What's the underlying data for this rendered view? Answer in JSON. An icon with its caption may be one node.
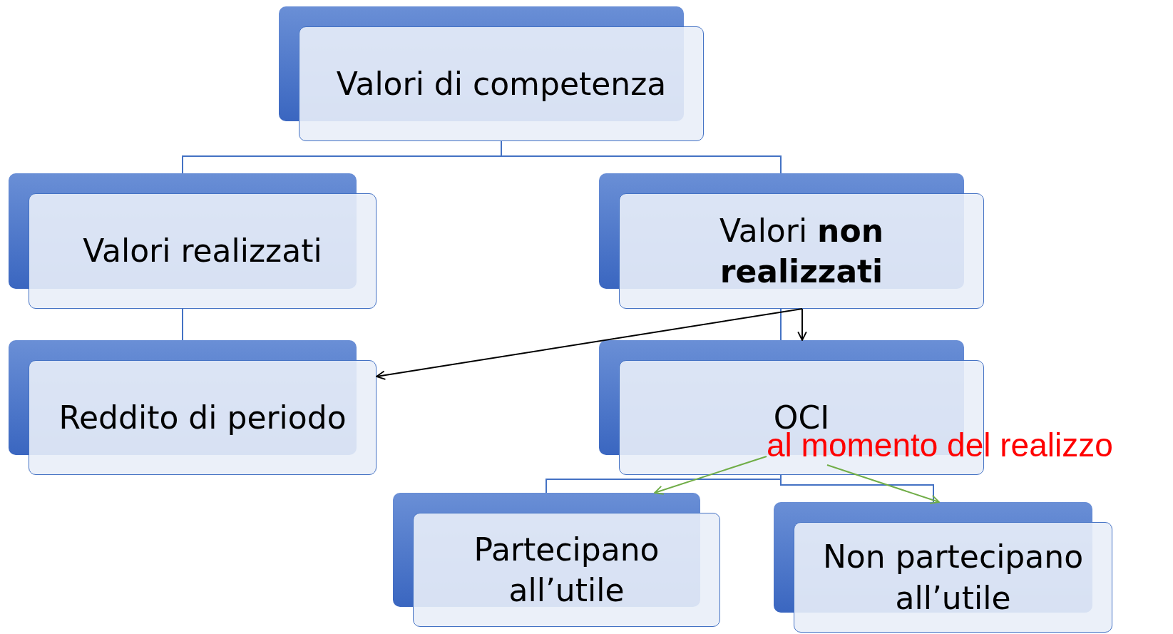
{
  "diagram": {
    "nodes": [
      {
        "text": [
          "Valori di competenza"
        ]
      },
      {
        "text": [
          "Valori realizzati"
        ]
      },
      {
        "text": [
          "Valori **non realizzati**"
        ]
      },
      {
        "text": [
          "Reddito di periodo"
        ]
      },
      {
        "text": [
          "OCI"
        ]
      },
      {
        "text": [
          "Partecipano all’utile"
        ]
      },
      {
        "text": [
          "Non partecipano all’utile"
        ]
      },
      {
        "text": [
          "al momento del realizzo"
        ]
      }
    ],
    "edges": [
      {
        "from": 0,
        "to": 1,
        "arrow": "none"
      },
      {
        "from": 0,
        "to": 2,
        "arrow": "none"
      },
      {
        "from": 1,
        "to": 3,
        "arrow": "none"
      },
      {
        "from": 2,
        "to": 4,
        "arrow": "none"
      },
      {
        "from": 2,
        "to": 4,
        "arrow": "to",
        "color": "#000000"
      },
      {
        "from": 2,
        "to": 3,
        "arrow": "to",
        "color": "#000000"
      },
      {
        "from": 4,
        "to": 5,
        "arrow": "none"
      },
      {
        "from": 4,
        "to": 6,
        "arrow": "none"
      },
      {
        "from": 7,
        "to": 5,
        "arrow": "to",
        "color": "#70ad47"
      },
      {
        "from": 7,
        "to": 6,
        "arrow": "to",
        "color": "#70ad47"
      }
    ]
  }
}
